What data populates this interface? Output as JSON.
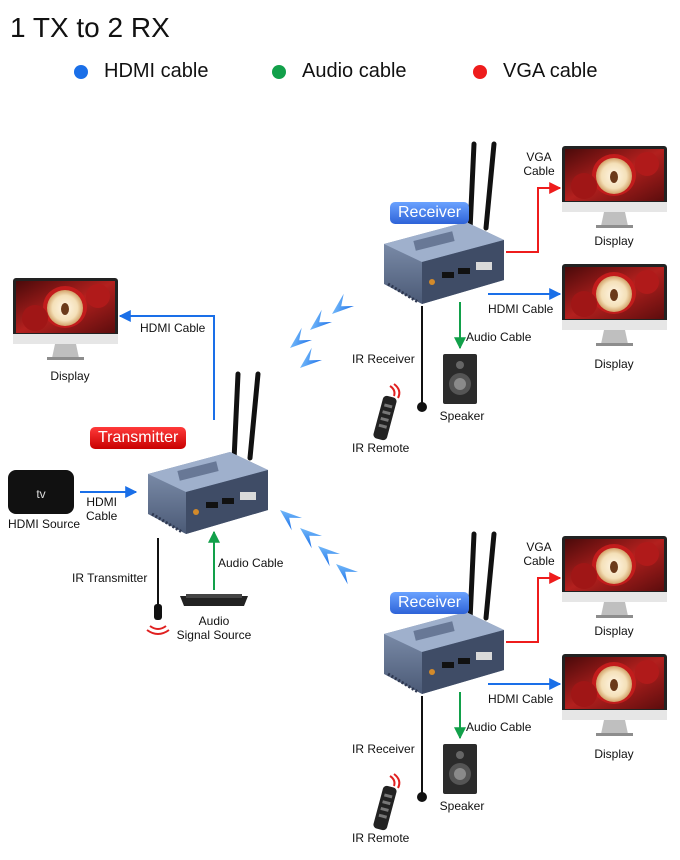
{
  "title": "1 TX to 2 RX",
  "legend": [
    {
      "label": "HDMI cable",
      "color": "#1a6fe8"
    },
    {
      "label": "Audio cable",
      "color": "#12a04a"
    },
    {
      "label": "VGA cable",
      "color": "#ee1c1c"
    }
  ],
  "transmitter": {
    "badge": "Transmitter",
    "display_label": "Display",
    "hdmi_out_label": "HDMI Cable",
    "source_label": "HDMI Source",
    "hdmi_in_label": "HDMI\nCable",
    "ir_label": "IR Transmitter",
    "audio_cable_label": "Audio Cable",
    "audio_source_label": "Audio\nSignal Source"
  },
  "receivers": [
    {
      "badge": "Receiver",
      "vga_label": "VGA\nCable",
      "vga_display_label": "Display",
      "hdmi_label": "HDMI Cable",
      "hdmi_display_label": "Display",
      "audio_label": "Audio Cable",
      "ir_label": "IR Receiver",
      "speaker_label": "Speaker",
      "remote_label": "IR Remote"
    },
    {
      "badge": "Receiver",
      "vga_label": "VGA\nCable",
      "vga_display_label": "Display",
      "hdmi_label": "HDMI Cable",
      "hdmi_display_label": "Display",
      "audio_label": "Audio Cable",
      "ir_label": "IR Receiver",
      "speaker_label": "Speaker",
      "remote_label": "IR Remote"
    }
  ]
}
